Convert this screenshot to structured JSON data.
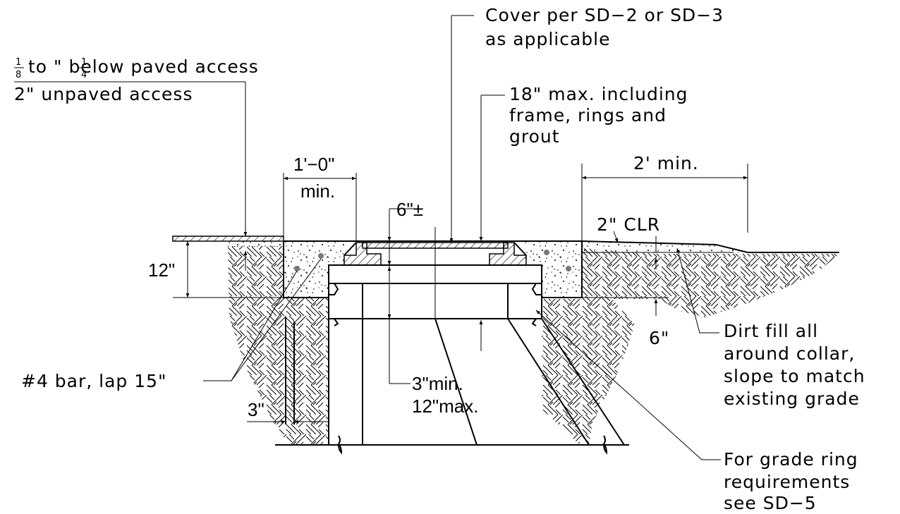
{
  "labels": {
    "cover_line1": "Cover per SD−2 or SD−3",
    "cover_line2": "as applicable",
    "below_paved_suffix": "to   \" below paved access",
    "frac_one": "1",
    "frac_eight": "8",
    "frac_four": "4",
    "unpaved": "2\" unpaved access",
    "max18_line1": "18\" max. including",
    "max18_line2": "frame, rings and",
    "max18_line3": "grout",
    "two_ft_min": "2' min.",
    "one_ft_min_line1": "1'−0\"",
    "one_ft_min_line2": "min.",
    "six_pm": "6\"±",
    "two_clr": "2\" CLR",
    "twelve_in": "12\"",
    "six_in": "6\"",
    "three_in": "3\"",
    "min_max_line1": "3\"min.",
    "min_max_line2": "12\"max.",
    "bar_note": "#4 bar, lap 15\"",
    "dirt_line1": "Dirt fill all",
    "dirt_line2": "around collar,",
    "dirt_line3": "slope to match",
    "dirt_line4": "existing grade",
    "grade_line1": "For grade ring",
    "grade_line2": "requirements",
    "grade_line3": "see SD−5"
  },
  "colors": {
    "ink": "#000000",
    "background": "#ffffff"
  }
}
